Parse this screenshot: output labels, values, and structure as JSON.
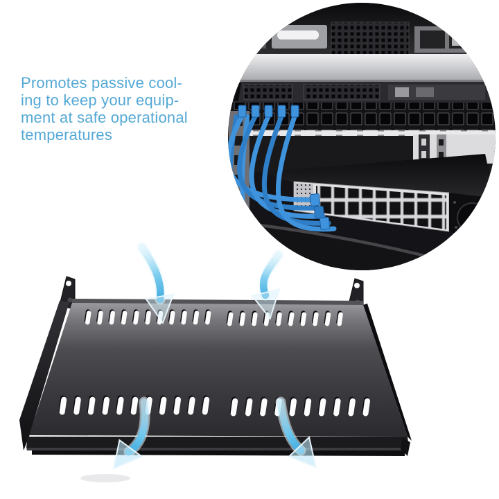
{
  "image_type": "product feature photo",
  "caption": {
    "lines": [
      "Promotes passive cool-",
      "ing to keep your equip-",
      "ment at safe operational",
      "temperatures"
    ],
    "color": "#54A8D5"
  },
  "inset_photo": {
    "shape": "circle",
    "subject": "rack-mounted network switch and patch panel with blue ethernet cables",
    "colors": {
      "chassis_dark": "#1B1B1E",
      "panel_silver": "#C9CACD",
      "switch_faceplate": "#E2E2E5",
      "port_dark": "#121215",
      "cable_blue": "#3A8BD4"
    }
  },
  "shelf": {
    "subject": "vented cantilever rack shelf",
    "finish": "black steel",
    "surface_back_color": "#9A9A9E",
    "surface_front_color": "#28282C",
    "vent_slot_color": "#FCFCFD",
    "mounting_ears": 2,
    "vent_rows": [
      {
        "position": "back",
        "groups": [
          11,
          10
        ]
      },
      {
        "position": "front",
        "groups": [
          11,
          10
        ]
      }
    ]
  },
  "airflow": {
    "arrow_count": 4,
    "gradient": [
      "#D6F1FB",
      "#7ECDEF",
      "#1593D3"
    ],
    "meaning": "air flows down through vent slots"
  }
}
